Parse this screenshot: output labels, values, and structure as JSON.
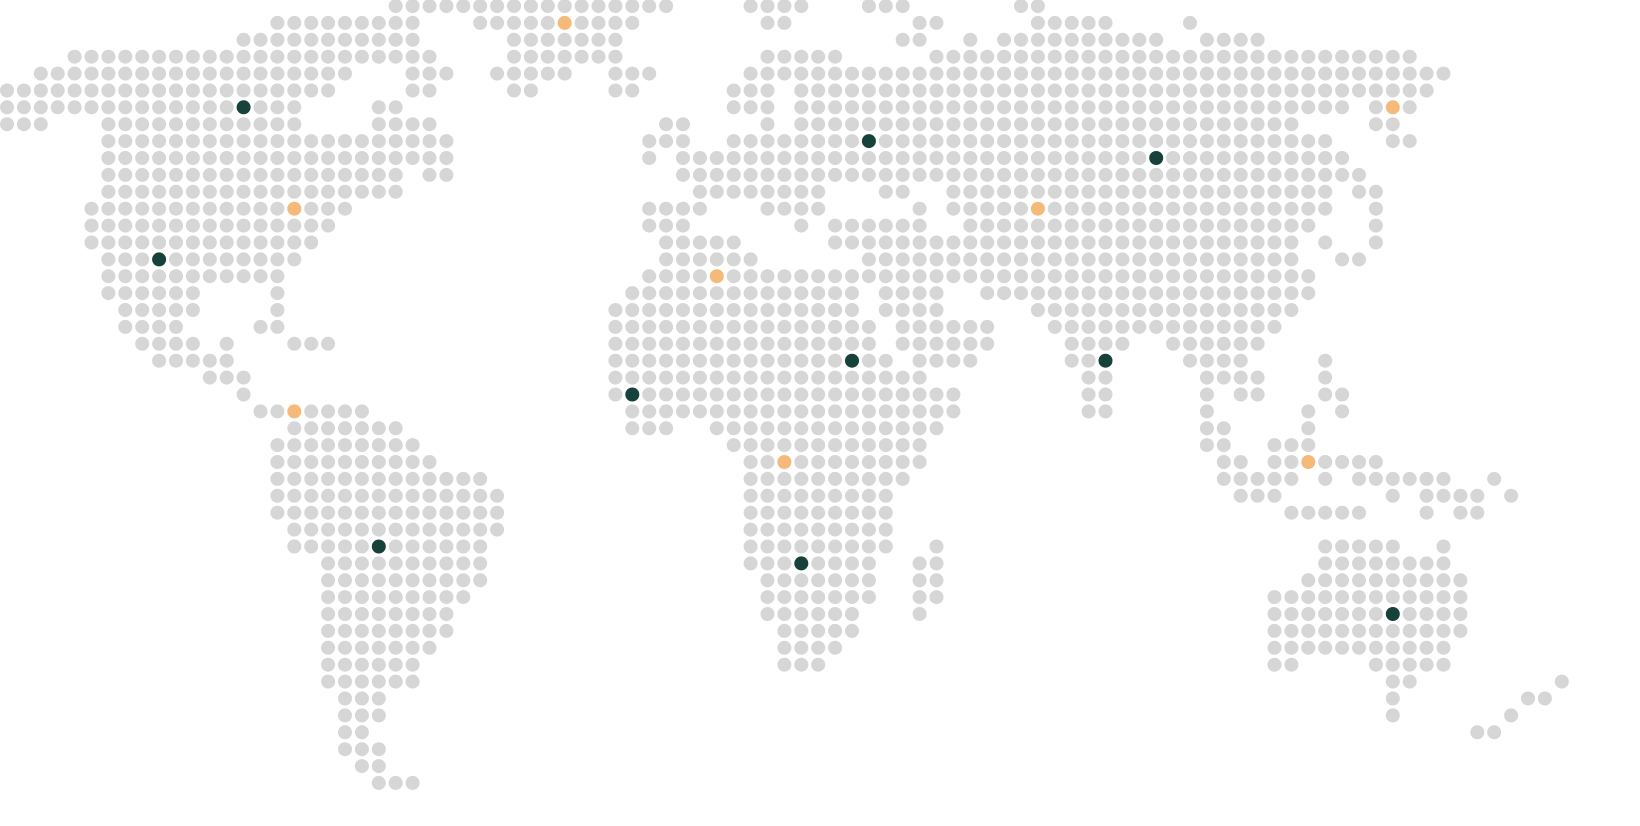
{
  "map": {
    "style": "dotted world map",
    "colors": {
      "background": "#ffffff",
      "land_dot": "#d6d6d6",
      "marker_primary": "#17413b",
      "marker_secondary": "#f5b97a"
    },
    "marker_types": [
      "marker_primary",
      "marker_secondary"
    ]
  }
}
